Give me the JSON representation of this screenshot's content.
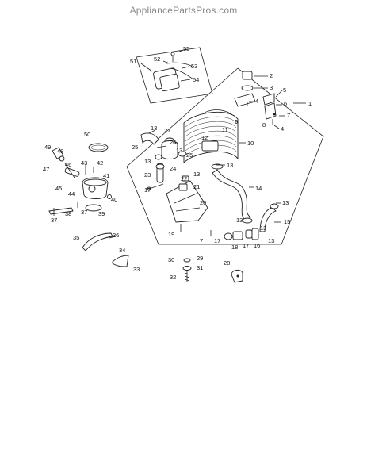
{
  "site": {
    "watermark": "AppliancePartsPros.com"
  },
  "callouts": {
    "c1": "1",
    "c2": "2",
    "c3": "3",
    "c4a": "4",
    "c4b": "4",
    "c5": "5",
    "c6": "6",
    "c7a": "7",
    "c7b": "7",
    "c8": "8",
    "c9": "9",
    "c10": "10",
    "c11": "11",
    "c12": "12",
    "c13a": "13",
    "c13b": "13",
    "c13c": "13",
    "c13d": "13",
    "c13e": "13",
    "c13f": "13",
    "c13g": "13",
    "c13h": "13",
    "c13i": "13",
    "c14": "14",
    "c15": "15",
    "c16": "16",
    "c17a": "17",
    "c17b": "17",
    "c17c": "17",
    "c18": "18",
    "c19": "19",
    "c20": "20",
    "c21": "21",
    "c22": "22",
    "c23": "23",
    "c24": "24",
    "c25a": "25",
    "c25b": "25",
    "c26": "26",
    "c27": "27",
    "c28": "28",
    "c29": "29",
    "c30": "30",
    "c31": "31",
    "c32": "32",
    "c33": "33",
    "c34": "34",
    "c35": "35",
    "c36": "36",
    "c37a": "37",
    "c37b": "37",
    "c38": "38",
    "c39": "39",
    "c40": "40",
    "c41": "41",
    "c42": "42",
    "c43": "43",
    "c44": "44",
    "c45": "45",
    "c46": "46",
    "c47": "47",
    "c48": "48",
    "c49": "49",
    "c50": "50",
    "c51": "51",
    "c52": "52",
    "c53": "53",
    "c54": "54",
    "c55": "55"
  }
}
